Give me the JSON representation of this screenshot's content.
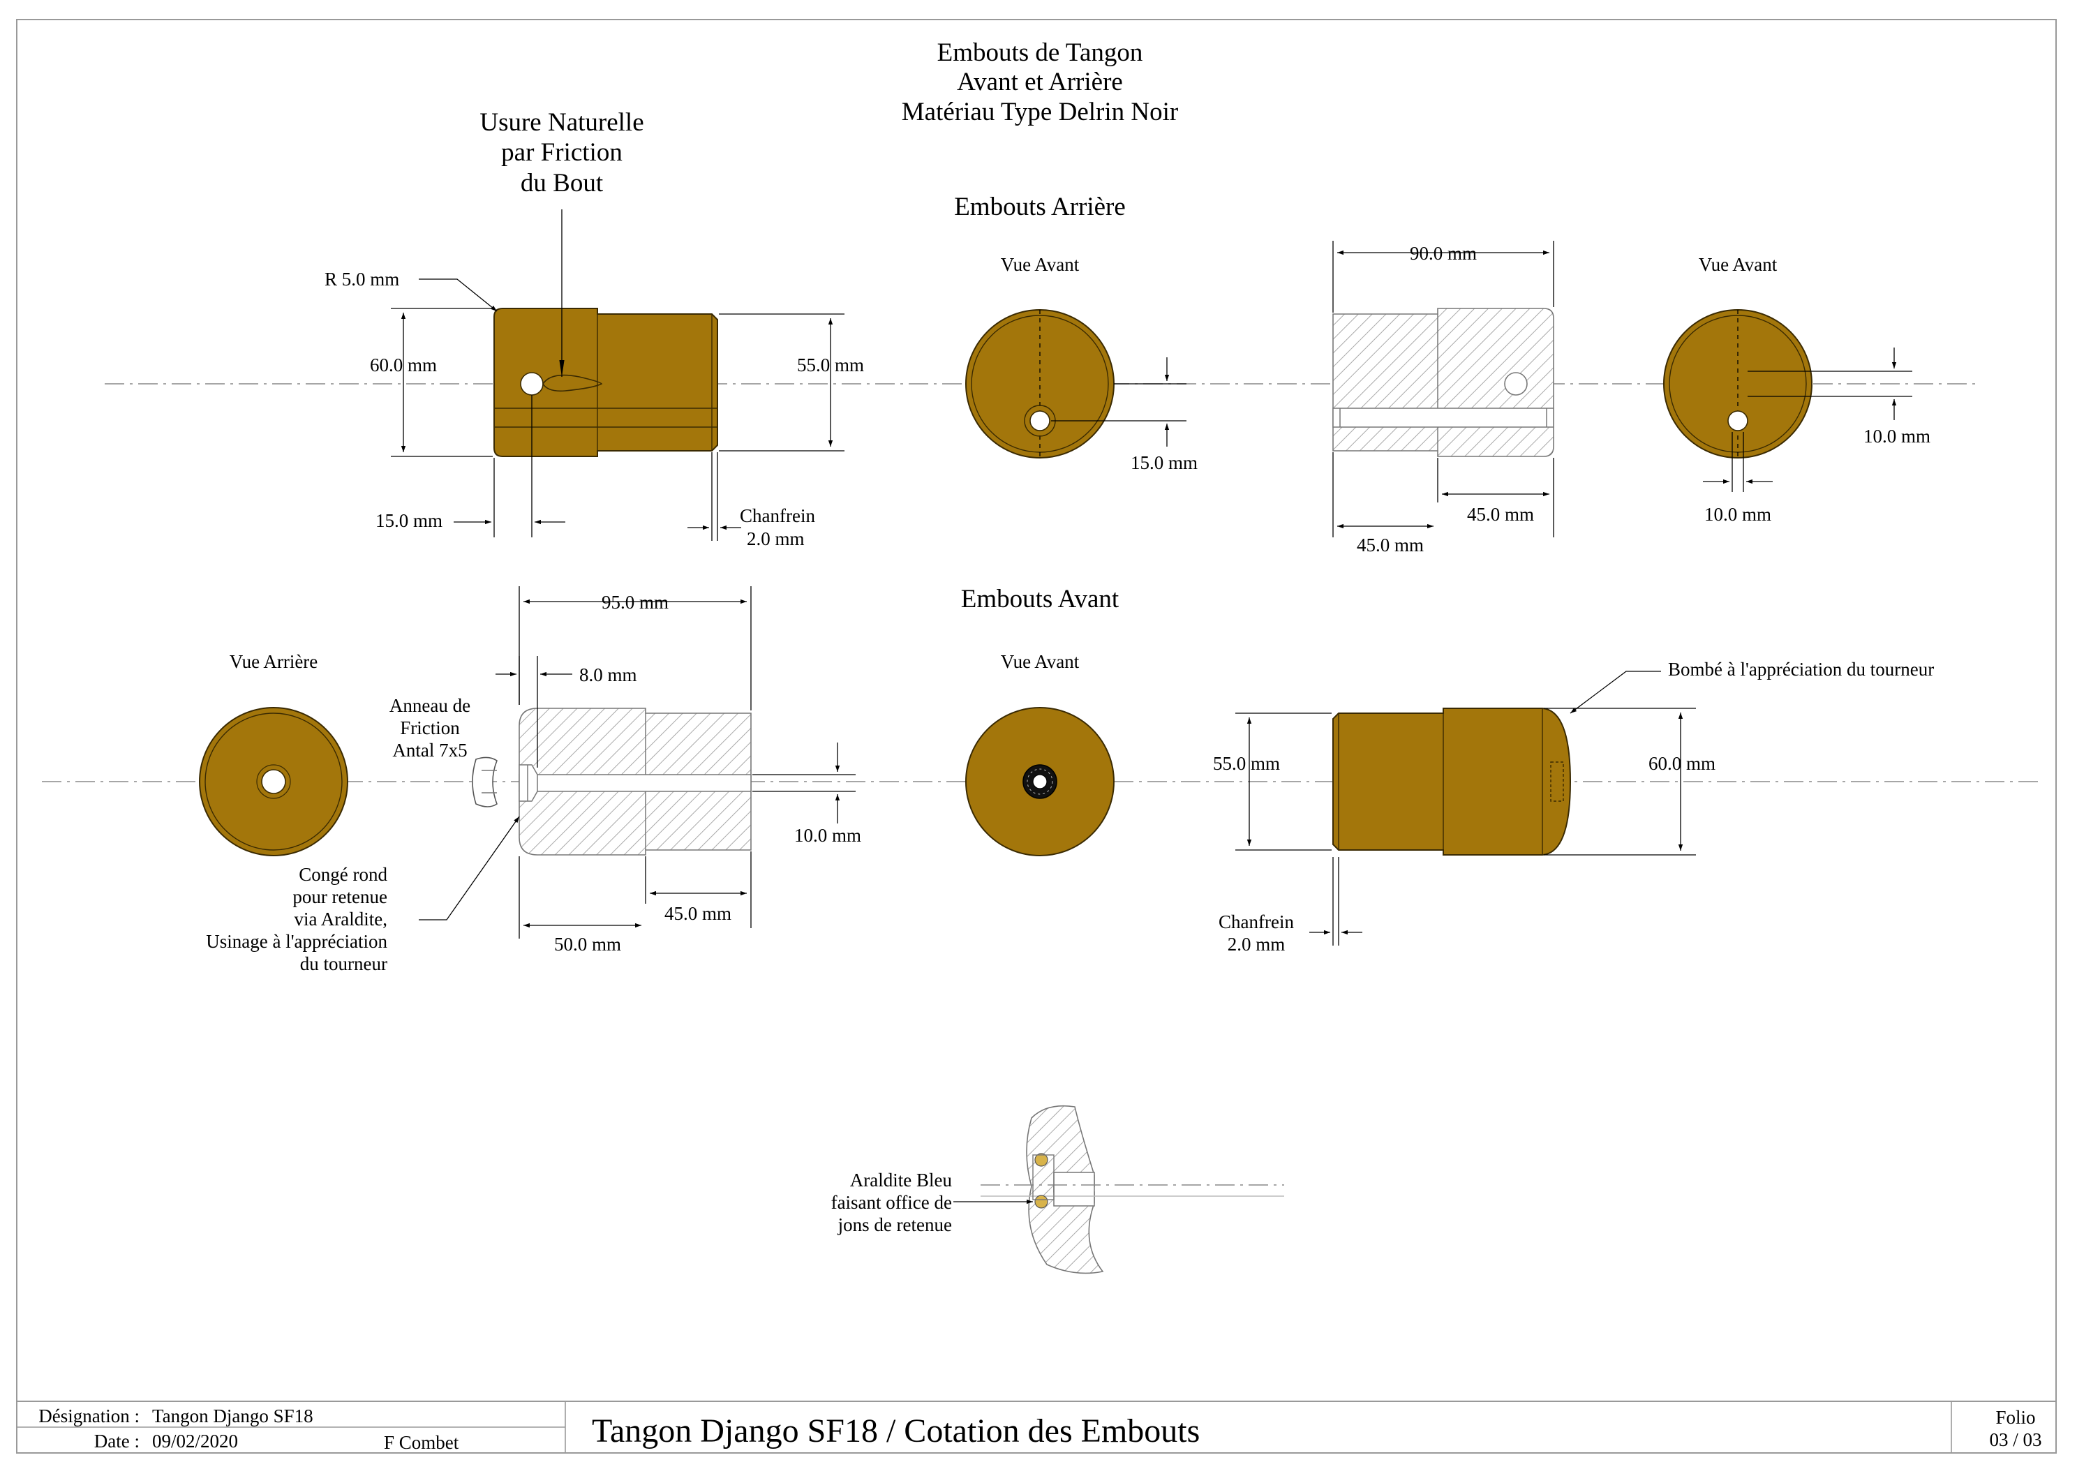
{
  "header": {
    "title_lines": [
      "Embouts de Tangon",
      "Avant et Arrière",
      "Matériau Type Delrin Noir"
    ]
  },
  "top_left": {
    "callout_lines": [
      "Usure Naturelle",
      "par Friction",
      "du Bout"
    ],
    "radius": "R 5.0 mm",
    "height_outer": "60.0 mm",
    "height_inner": "55.0 mm",
    "hole_offset": "15.0 mm",
    "chamfer_lines": [
      "Chanfrein",
      "2.0 mm"
    ]
  },
  "rear_section": {
    "title": "Embouts Arrière",
    "view_front_1": "Vue Avant",
    "hole_center": "15.0 mm",
    "length_total": "90.0 mm",
    "length_a": "45.0 mm",
    "length_b": "45.0 mm",
    "view_front_2": "Vue Avant",
    "hole_d1": "10.0 mm",
    "hole_d2": "10.0 mm"
  },
  "front_section": {
    "title": "Embouts Avant",
    "view_back": "Vue Arrière",
    "ring_lines": [
      "Anneau de",
      "Friction",
      "Antal 7x5"
    ],
    "length_total": "95.0 mm",
    "groove": "8.0 mm",
    "bore": "10.0 mm",
    "length_a": "45.0 mm",
    "length_b": "50.0 mm",
    "conge_lines": [
      "Congé rond",
      "pour retenue",
      "via Araldite,",
      "Usinage à l'appréciation",
      "du tourneur"
    ],
    "view_front": "Vue Avant",
    "bombe": "Bombé à l'appréciation du tourneur",
    "height_inner": "55.0 mm",
    "height_outer": "60.0 mm",
    "chamfer_lines": [
      "Chanfrein",
      "2.0 mm"
    ]
  },
  "detail": {
    "label_lines": [
      "Araldite Bleu",
      "faisant office de",
      "jons de retenue"
    ]
  },
  "title_block": {
    "designation_label": "Désignation :",
    "designation_value": "Tangon Django SF18",
    "date_label": "Date :",
    "date_value": "09/02/2020",
    "author": "F Combet",
    "main_title": "Tangon Django SF18  /  Cotation des Embouts",
    "folio_label": "Folio",
    "folio_value": "03 / 03"
  },
  "colors": {
    "delrin": "#a3760b",
    "hatch": "#9a9a9a"
  }
}
